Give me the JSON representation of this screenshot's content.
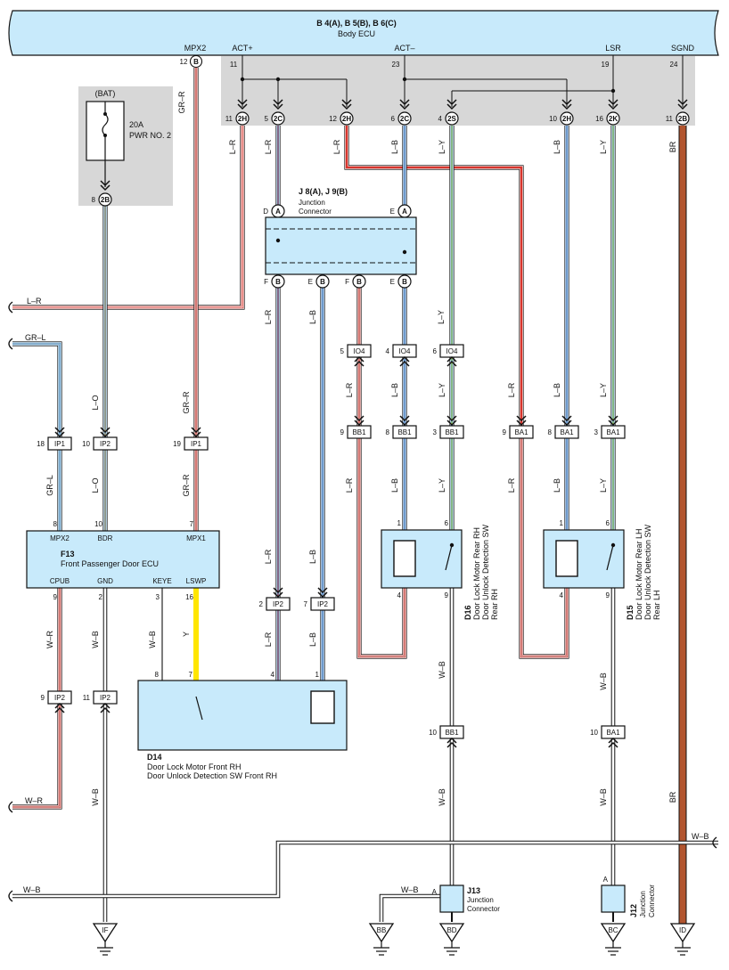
{
  "header": {
    "connectors": "B 4(A), B 5(B), B 6(C)",
    "component": "Body ECU",
    "pins": {
      "mpx2": "MPX2",
      "actp": "ACT+",
      "actm": "ACT–",
      "lsr": "LSR",
      "sgnd": "SGND"
    },
    "numbers": {
      "mpx2": "12",
      "mpx2_conn": "B",
      "actp": "11",
      "actm": "23",
      "lsr": "19",
      "sgnd": "24"
    }
  },
  "fuse": {
    "bat": "(BAT)",
    "rating": "20A",
    "name": "PWR NO. 2",
    "out_pin": "8",
    "out_conn": "2B"
  },
  "ecu_connectors": [
    {
      "pin": "11",
      "conn": "2H"
    },
    {
      "pin": "5",
      "conn": "2C"
    },
    {
      "pin": "12",
      "conn": "2H"
    },
    {
      "pin": "6",
      "conn": "2C"
    },
    {
      "pin": "4",
      "conn": "2S"
    },
    {
      "pin": "10",
      "conn": "2H"
    },
    {
      "pin": "16",
      "conn": "2K"
    },
    {
      "pin": "11",
      "conn": "2B"
    }
  ],
  "junction_j8": {
    "title": "J 8(A), J 9(B)",
    "sub1": "Junction",
    "sub2": "Connector",
    "top_pins": [
      {
        "pin": "D",
        "conn": "A"
      },
      {
        "pin": "E",
        "conn": "A"
      }
    ],
    "bottom_pins": [
      {
        "pin": "F",
        "conn": "B"
      },
      {
        "pin": "E",
        "conn": "B"
      },
      {
        "pin": "F",
        "conn": "B"
      },
      {
        "pin": "E",
        "conn": "B"
      }
    ]
  },
  "wire_labels": {
    "lr": "L–R",
    "grl": "GR–L",
    "grr": "GR–R",
    "lo": "L–O",
    "lb": "L–B",
    "ly": "L–Y",
    "br": "BR",
    "wr": "W–R",
    "wb": "W–B",
    "y": "Y"
  },
  "inline_connectors": [
    {
      "pin": "18",
      "conn": "IP1"
    },
    {
      "pin": "10",
      "conn": "IP2"
    },
    {
      "pin": "19",
      "conn": "IP1"
    },
    {
      "pin": "5",
      "conn": "IO4"
    },
    {
      "pin": "4",
      "conn": "IO4"
    },
    {
      "pin": "6",
      "conn": "IO4"
    },
    {
      "pin": "9",
      "conn": "BB1"
    },
    {
      "pin": "8",
      "conn": "BB1"
    },
    {
      "pin": "3",
      "conn": "BB1"
    },
    {
      "pin": "9",
      "conn": "BA1"
    },
    {
      "pin": "8",
      "conn": "BA1"
    },
    {
      "pin": "3",
      "conn": "BA1"
    },
    {
      "pin": "2",
      "conn": "IP2"
    },
    {
      "pin": "7",
      "conn": "IP2"
    },
    {
      "pin": "9",
      "conn": "IP2"
    },
    {
      "pin": "11",
      "conn": "IP2"
    },
    {
      "pin": "10",
      "conn": "BB1"
    },
    {
      "pin": "10",
      "conn": "BA1"
    }
  ],
  "f13": {
    "code": "F13",
    "name": "Front Passenger Door ECU",
    "top_pins": [
      {
        "num": "8",
        "label": "MPX2"
      },
      {
        "num": "10",
        "label": "BDR"
      },
      {
        "num": "7",
        "label": "MPX1"
      }
    ],
    "bottom_pins": [
      {
        "num": "9",
        "label": "CPUB"
      },
      {
        "num": "2",
        "label": "GND"
      },
      {
        "num": "3",
        "label": "KEYE"
      },
      {
        "num": "16",
        "label": "LSWP"
      }
    ]
  },
  "d14": {
    "code": "D14",
    "line1": "Door Lock Motor Front RH",
    "line2": "Door Unlock Detection SW Front RH",
    "pins": [
      "8",
      "7",
      "4",
      "1"
    ]
  },
  "d16": {
    "code": "D16",
    "line1": "Door Lock Motor Rear RH",
    "line2": "Door Unlock Detection SW",
    "line3": "Rear RH",
    "pins": [
      "1",
      "6",
      "4",
      "9"
    ]
  },
  "d15": {
    "code": "D15",
    "line1": "Door Lock Motor Rear LH",
    "line2": "Door Unlock Detection SW",
    "line3": "Rear LH",
    "pins": [
      "1",
      "6",
      "4",
      "9"
    ]
  },
  "j13": {
    "code": "J13",
    "line1": "Junction",
    "line2": "Connector",
    "pin": "A"
  },
  "j12": {
    "code": "J12",
    "line1": "Junction",
    "line2": "Connector",
    "pin": "A"
  },
  "grounds": [
    "IF",
    "BB",
    "BD",
    "BC",
    "ID"
  ],
  "colors": {
    "lr": "#d8342c",
    "grl": "#3d8fcf",
    "grr": "#d8342c",
    "lo": "#f2a33a",
    "lb": "#1f6fc9",
    "ly": "#d9e62a",
    "br": "#b2552f",
    "wr": "#d8342c",
    "y": "#ffe600",
    "wb": "#bbbbbb",
    "panel": "#c8eafb",
    "gray": "#d7d7d7"
  }
}
